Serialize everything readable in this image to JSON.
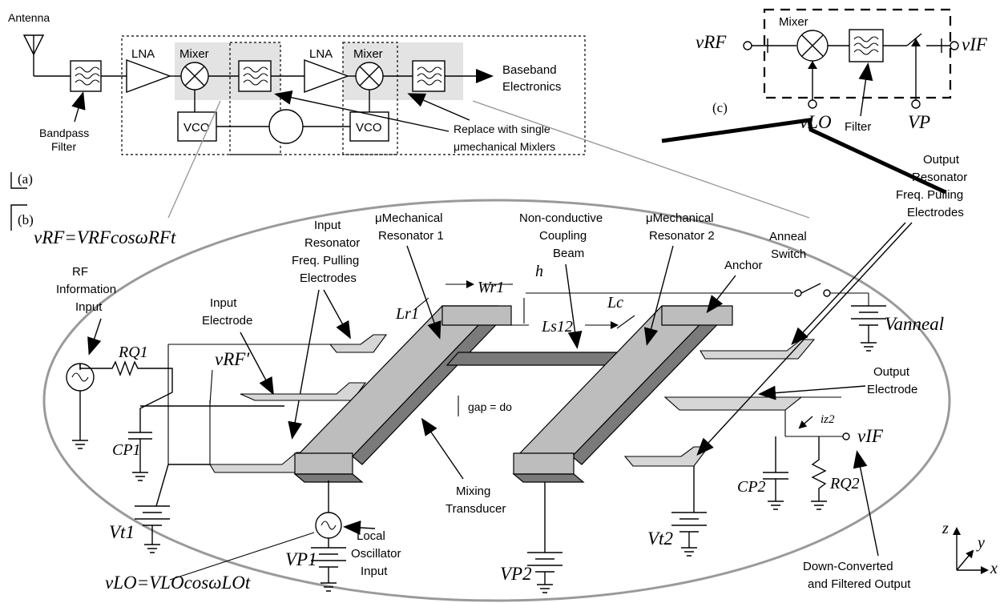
{
  "panel_a": {
    "antenna": "Antenna",
    "bandpass": [
      "Bandpass",
      "Filter"
    ],
    "lna1": "LNA",
    "mixer1": "Mixer",
    "lna2": "LNA",
    "mixer2": "Mixer",
    "vco1": "VCO",
    "vco2": "VCO",
    "baseband": [
      "Baseband",
      "Electronics"
    ],
    "replace": [
      "Replace with single",
      "μmechanical Mixlers"
    ],
    "label": "(a)"
  },
  "panel_b": {
    "label": "(b)",
    "vrf_eq": "vRF=VRFcosωRFt",
    "rf_info": [
      "RF",
      "Information",
      "Input"
    ],
    "rq1": "RQ1",
    "cp1": "CP1",
    "vt1": "Vt1",
    "input_electrode": [
      "Input",
      "Electrode"
    ],
    "vrf_prime": "vRF′",
    "input_resonator": [
      "Input",
      "Resonator",
      "Freq. Pulling",
      "Electrodes"
    ],
    "res1": [
      "μMechanical",
      "Resonator 1"
    ],
    "wr1": "Wr1",
    "h": "h",
    "lr1": "Lr1",
    "ls12": "Ls12",
    "lc": "Lc",
    "coupling": [
      "Non-conductive",
      "Coupling",
      "Beam"
    ],
    "res2": [
      "μMechanical",
      "Resonator 2"
    ],
    "anchor": "Anchor",
    "anneal_switch": [
      "Anneal",
      "Switch"
    ],
    "vanneal": "Vanneal",
    "output_resonator": [
      "Output",
      "Resonator",
      "Freq. Pulling",
      "Electrodes"
    ],
    "gap": "gap = do",
    "output_electrode": [
      "Output",
      "Electrode"
    ],
    "iz2": "iz2",
    "vif": "vIF",
    "cp2": "CP2",
    "rq2": "RQ2",
    "vt2": "Vt2",
    "mixing": [
      "Mixing",
      "Transducer"
    ],
    "local_osc": [
      "Local",
      "Oscillator",
      "Input"
    ],
    "vp1": "VP1",
    "vp2": "VP2",
    "vlo_eq": "vLO=VLOcosωLOt",
    "downconv": [
      "Down-Converted",
      "and Filtered Output"
    ],
    "axes": [
      "z",
      "y",
      "x"
    ]
  },
  "panel_c": {
    "vrf": "vRF",
    "mixer": "Mixer",
    "vif": "vIF",
    "vlo": "vLO",
    "filter": "Filter",
    "vp": "VP",
    "label": "(c)"
  }
}
